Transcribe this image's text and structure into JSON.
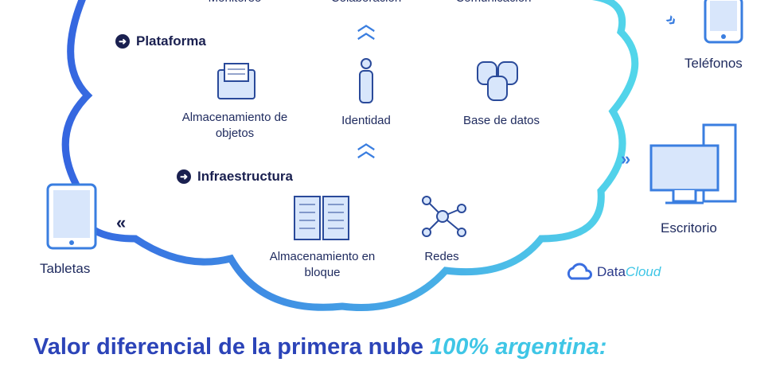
{
  "top_labels": [
    "Monitoreo",
    "Colaboración",
    "Comunicación"
  ],
  "sections": {
    "platform": "Plataforma",
    "infra": "Infraestructura"
  },
  "platform_items": [
    {
      "label": "Almacenamiento de objetos",
      "icon": "folder-icon"
    },
    {
      "label": "Identidad",
      "icon": "person-icon"
    },
    {
      "label": "Base de datos",
      "icon": "database-icon"
    }
  ],
  "infra_items": [
    {
      "label": "Almacenamiento en bloque",
      "icon": "server-rack-icon"
    },
    {
      "label": "Redes",
      "icon": "network-icon"
    }
  ],
  "devices": {
    "phones": "Teléfonos",
    "desktop": "Escritorio",
    "tablets": "Tabletas"
  },
  "logo": {
    "name_a": "Data",
    "name_b": "Cloud"
  },
  "headline": {
    "main": "Valor diferencial de la primera nube ",
    "highlight": "100% argentina:"
  },
  "colors": {
    "navy": "#1a2050",
    "blue": "#2c44b8",
    "cyan": "#3fc6e6"
  }
}
